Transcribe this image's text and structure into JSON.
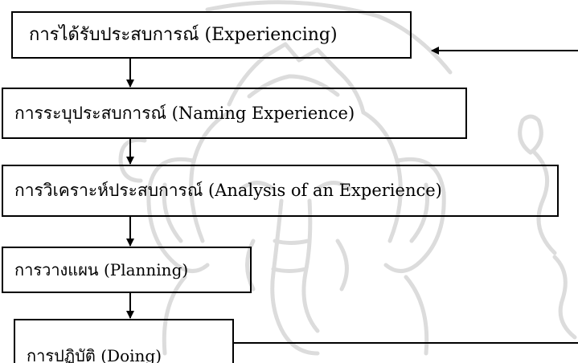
{
  "diagram": {
    "steps": [
      {
        "label": "การได้รับประสบการณ์ (Experiencing)"
      },
      {
        "label": "การระบุประสบการณ์ (Naming Experience)"
      },
      {
        "label": "การวิเคราะห์ประสบการณ์ (Analysis of an Experience)"
      },
      {
        "label": "การวางแผน (Planning)"
      },
      {
        "label": "การปฏิบัติ (Doing)"
      }
    ],
    "watermark_icon": "ganesha-emblem"
  }
}
